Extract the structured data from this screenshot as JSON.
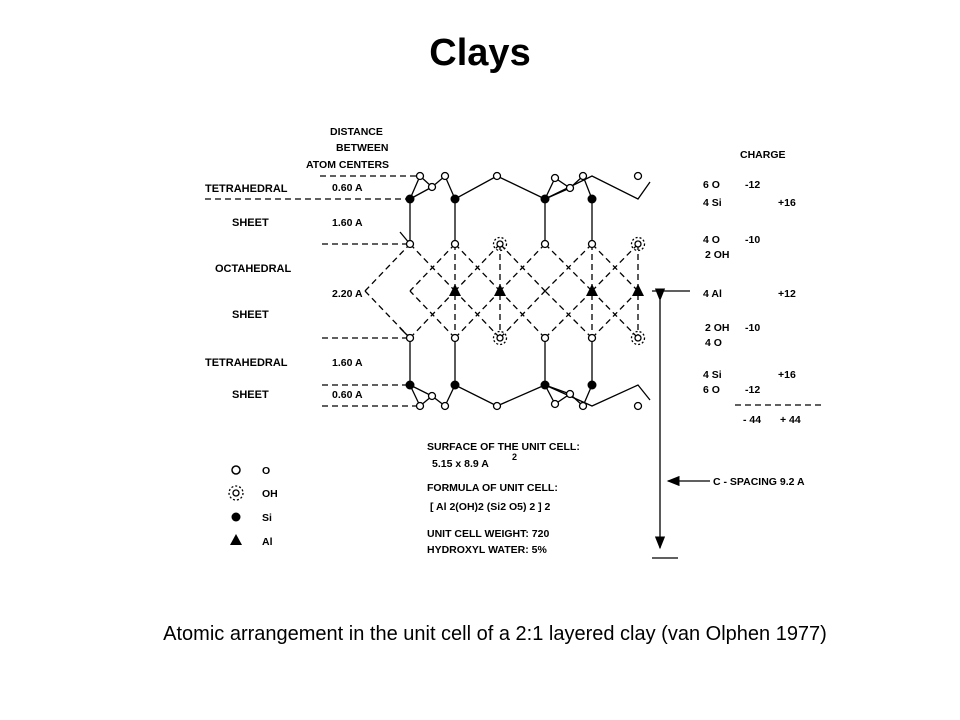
{
  "title": "Clays",
  "caption": "Atomic arrangement in the unit cell of a 2:1 layered clay (van Olphen 1977)",
  "distance_header": [
    "DISTANCE",
    "BETWEEN",
    "ATOM  CENTERS"
  ],
  "layer_labels": [
    "TETRAHEDRAL",
    "SHEET",
    "OCTAHEDRAL",
    "SHEET",
    "TETRAHEDRAL",
    "SHEET"
  ],
  "distances": [
    "0.60 A",
    "1.60 A",
    "2.20 A",
    "1.60 A",
    "0.60 A"
  ],
  "charge": {
    "header": "CHARGE",
    "rows": [
      {
        "atoms": "6 O",
        "value": "-12"
      },
      {
        "atoms": "4 Si",
        "value": "+16"
      },
      {
        "atoms": "4 O",
        "value": "-10"
      },
      {
        "atoms": "2 OH",
        "value": ""
      },
      {
        "atoms": "4 Al",
        "value": "+12"
      },
      {
        "atoms": "2 OH",
        "value": "-10"
      },
      {
        "atoms": "4 O",
        "value": ""
      },
      {
        "atoms": "4 Si",
        "value": "+16"
      },
      {
        "atoms": "6 O",
        "value": "-12"
      }
    ],
    "totals": [
      "- 44",
      "+ 44"
    ]
  },
  "legend": [
    {
      "symbol": "open-circle",
      "label": "O"
    },
    {
      "symbol": "dotted-circle",
      "label": "OH"
    },
    {
      "symbol": "filled-circle",
      "label": "Si"
    },
    {
      "symbol": "filled-triangle",
      "label": "Al"
    }
  ],
  "unit_cell_info": {
    "surface_label": "SURFACE OF THE UNIT CELL:",
    "surface_value": "5.15 x 8.9 A",
    "surface_exp": "2",
    "formula_label": "FORMULA OF UNIT CELL:",
    "formula": "[ Al 2(OH)2 (Si2 O5) 2 ] 2",
    "weight": "UNIT CELL WEIGHT: 720",
    "water": "HYDROXYL WATER: 5%"
  },
  "c_spacing": "C - SPACING  9.2 A"
}
